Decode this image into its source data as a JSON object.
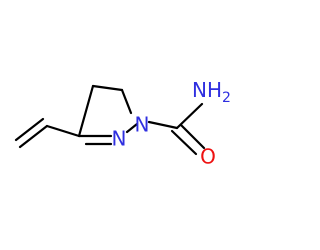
{
  "molecule": {
    "atoms": {
      "n1": {
        "symbol": "N",
        "color": "#2f2fe0"
      },
      "n2": {
        "symbol": "N",
        "color": "#2f2fe0"
      },
      "nh2": {
        "symbol": "NH",
        "subscript": "2",
        "color": "#2f2fe0"
      },
      "o": {
        "symbol": "O",
        "color": "#ee1111"
      }
    },
    "bond_color": "#000000"
  }
}
